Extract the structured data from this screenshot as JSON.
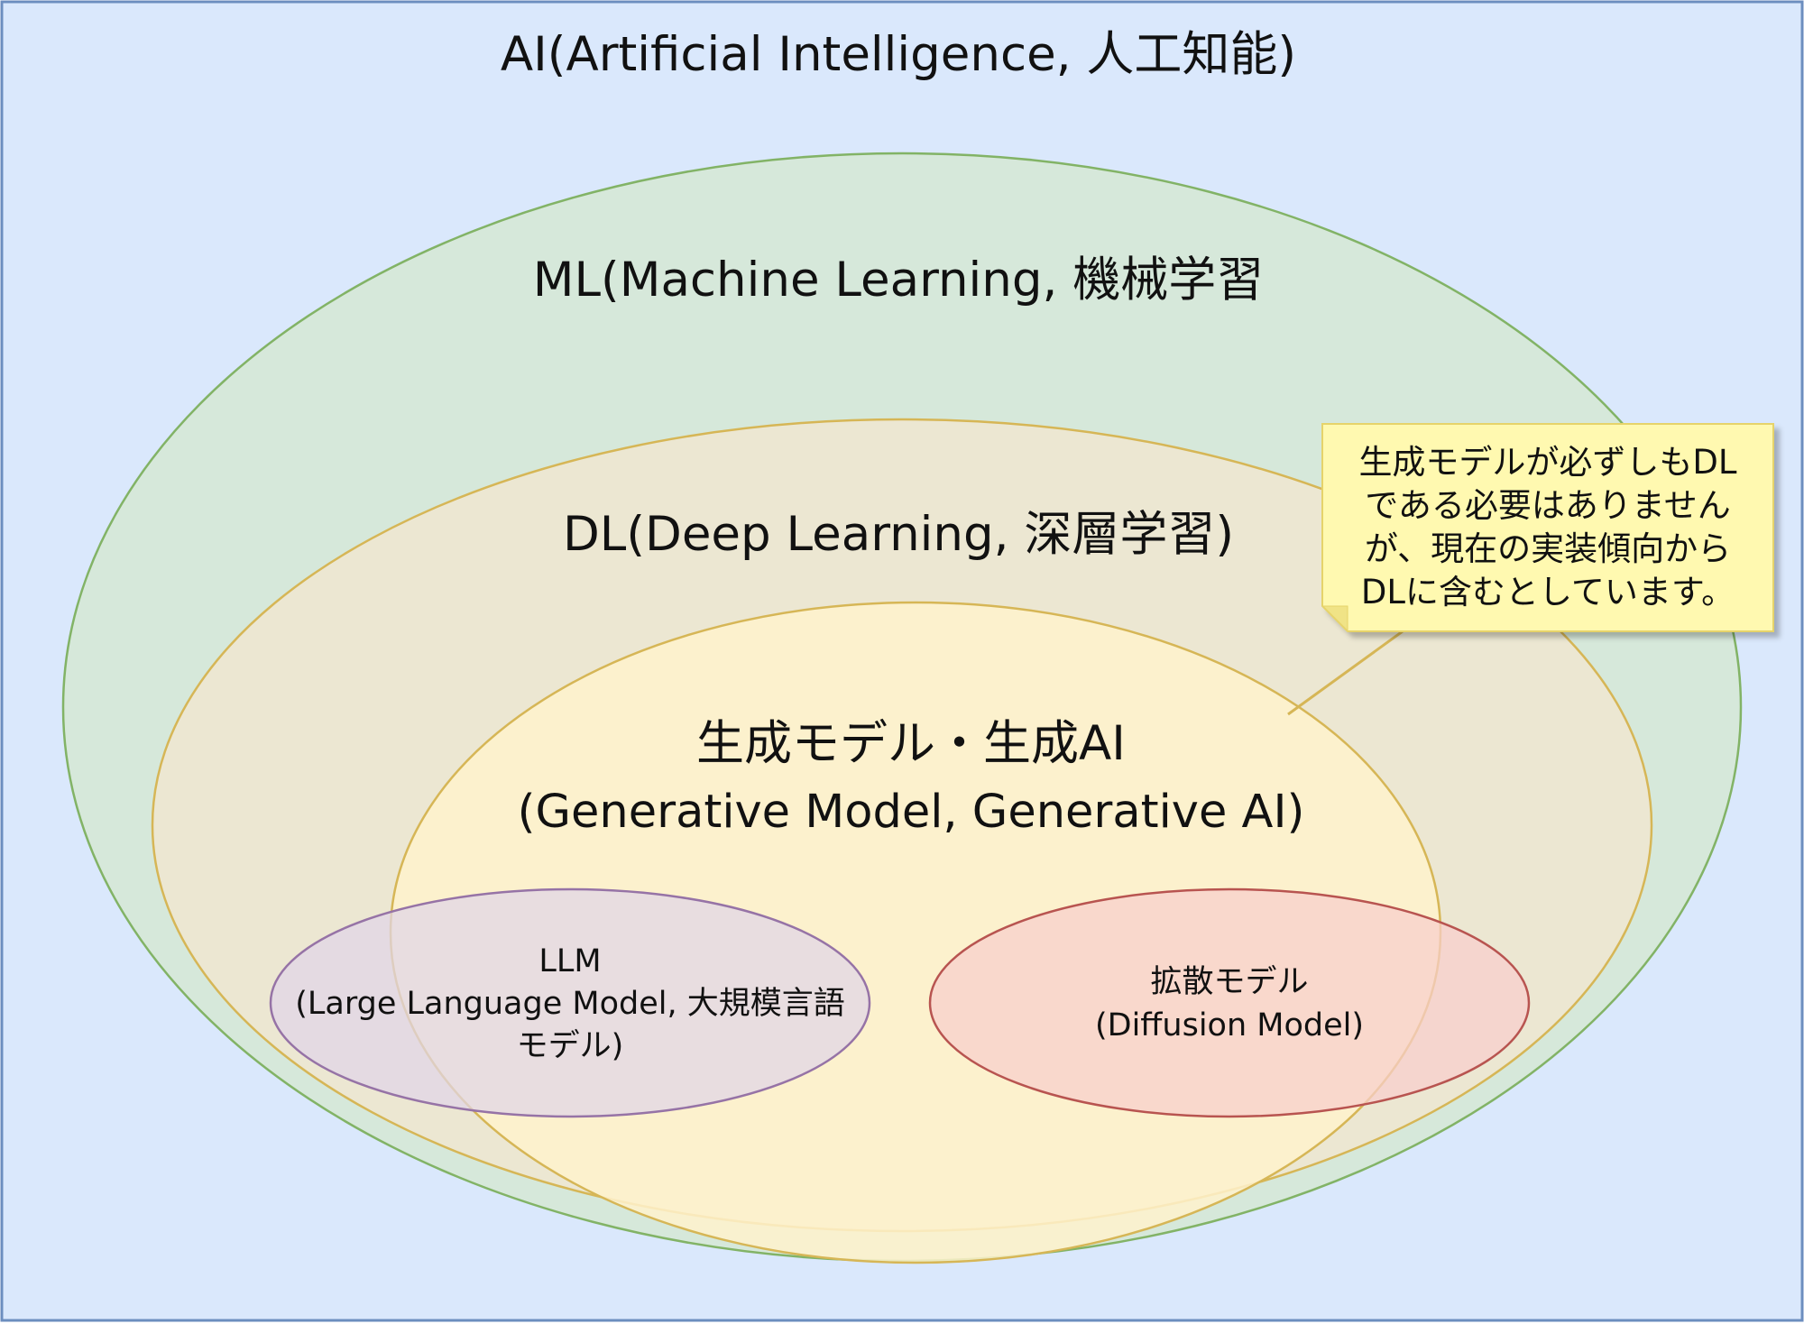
{
  "colors": {
    "ai_fill": "#dae8fc",
    "ai_stroke": "#6c8ebf",
    "ml_fill": "#d5e8d4",
    "ml_stroke": "#82b366",
    "dl_fill": "#ffe6cc",
    "dl_stroke": "#d6b656",
    "gen_fill": "#fff2cc",
    "gen_stroke": "#d6b656",
    "llm_fill": "#e1d5e7",
    "llm_stroke": "#9673a6",
    "diff_fill": "#f8cecc",
    "diff_stroke": "#b85450",
    "note_fill": "#fff9b0",
    "note_stroke": "#e6d36a"
  },
  "ai": {
    "label": "AI(Artificial Intelligence, 人工知能)"
  },
  "ml": {
    "label": "ML(Machine Learning, 機械学習"
  },
  "dl": {
    "label": "DL(Deep Learning, 深層学習)"
  },
  "generative": {
    "label_line1": "生成モデル・生成AI",
    "label_line2": "(Generative Model, Generative AI)"
  },
  "llm": {
    "label_line1": "LLM",
    "label_line2": "(Large Language Model, 大規模言語",
    "label_line3": "モデル)"
  },
  "diffusion": {
    "label_line1": "拡散モデル",
    "label_line2": "(Diffusion Model)"
  },
  "note": {
    "line1": "生成モデルが必ずしもDL",
    "line2": "である必要はありません",
    "line3": "が、現在の実装傾向から",
    "line4": "DLに含むとしています。"
  }
}
